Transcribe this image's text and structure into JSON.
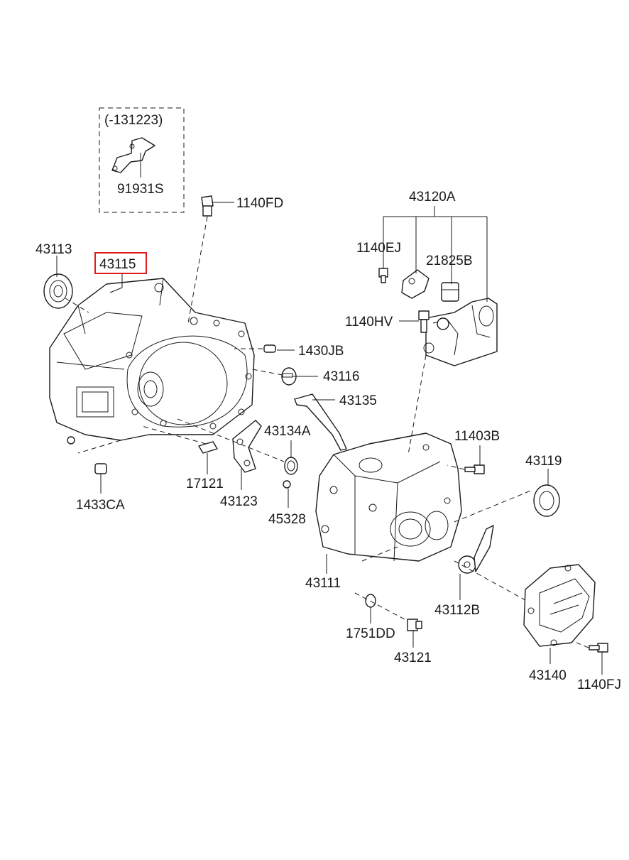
{
  "variant_box": {
    "code": "(-131223)",
    "part": "91931S"
  },
  "labels": {
    "p43113": "43113",
    "p43115": "43115",
    "p1140FD": "1140FD",
    "p43120A": "43120A",
    "p1140EJ": "1140EJ",
    "p21825B": "21825B",
    "p1140HV": "1140HV",
    "p1430JB": "1430JB",
    "p43116": "43116",
    "p43135": "43135",
    "p43134A": "43134A",
    "p11403B": "11403B",
    "p43119": "43119",
    "p17121": "17121",
    "p43123": "43123",
    "p45328": "45328",
    "p1433CA": "1433CA",
    "p43111": "43111",
    "p43112B": "43112B",
    "p1751DD": "1751DD",
    "p43121": "43121",
    "p43140": "43140",
    "p1140FJ": "1140FJ"
  },
  "highlight": {
    "part": "43115",
    "color": "#e01b1b"
  }
}
